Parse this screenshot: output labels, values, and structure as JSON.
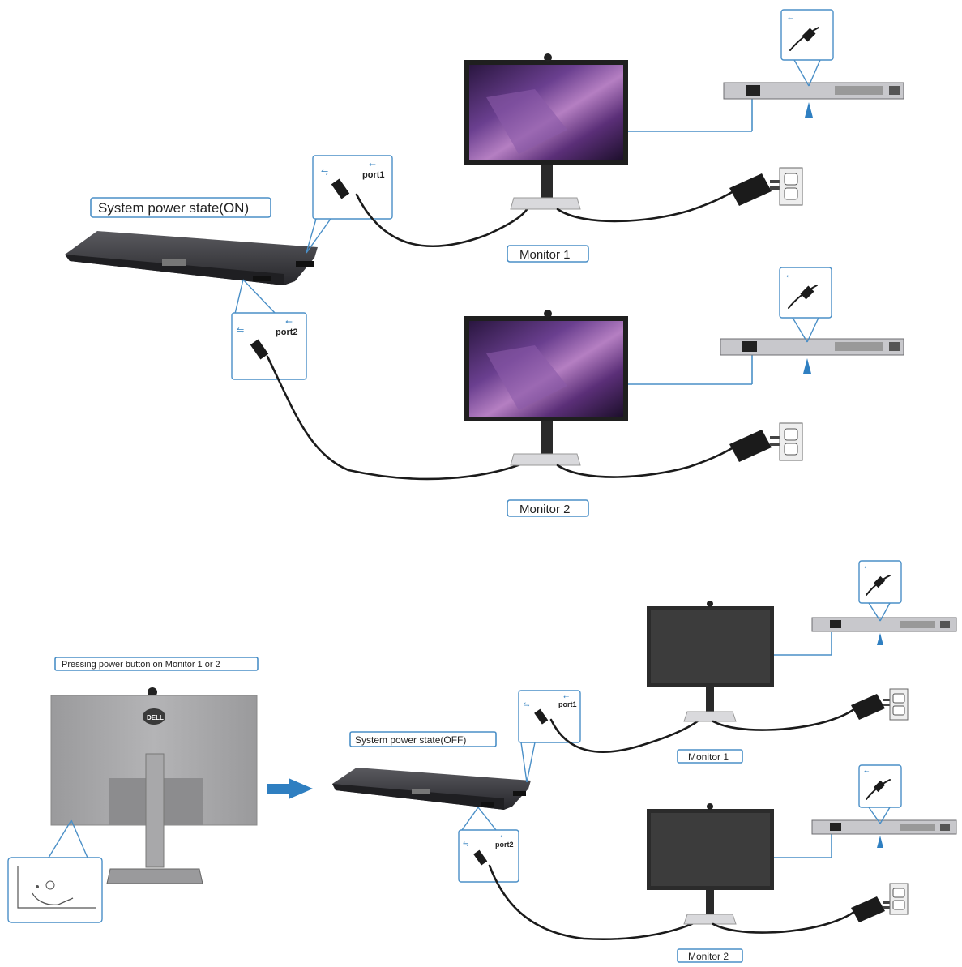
{
  "top": {
    "state_label": "System power state(ON)",
    "monitor1_label": "Monitor 1",
    "monitor2_label": "Monitor 2",
    "port1_label": "port1",
    "port2_label": "port2"
  },
  "bottom": {
    "press_label": "Pressing power button on Monitor 1 or 2",
    "state_label": "System power state(OFF)",
    "monitor1_label": "Monitor 1",
    "monitor2_label": "Monitor 2",
    "port1_label": "port1",
    "port2_label": "port2"
  },
  "colors": {
    "accent": "#4a8fc7",
    "dock": "#3a3a3e",
    "monitor_bezel": "#2b2b2b",
    "screen_off": "#3c3c3c",
    "arrow": "#2f7fc1"
  },
  "icons": [
    "usb-icon",
    "dock-icon",
    "monitor-icon",
    "power-plug-icon",
    "wall-outlet-icon",
    "io-panel-icon",
    "arrow-right-icon",
    "finger-press-icon",
    "dell-logo-icon"
  ]
}
